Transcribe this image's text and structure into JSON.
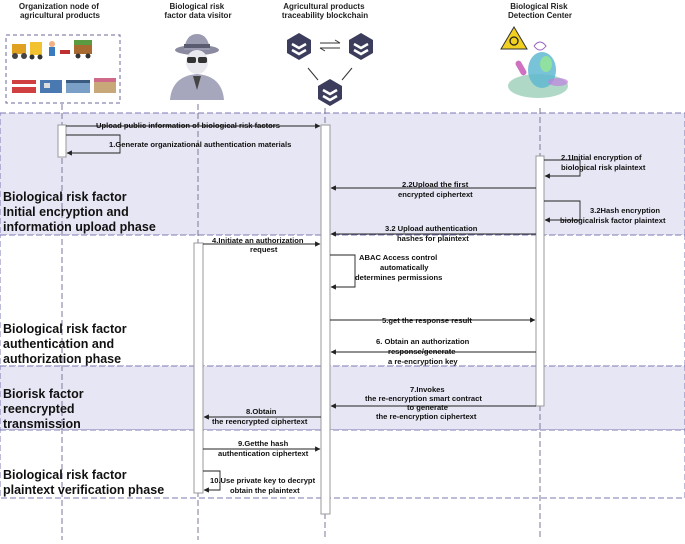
{
  "participants": [
    {
      "id": "org",
      "title_lines": [
        "Organization node of",
        "agricultural products"
      ]
    },
    {
      "id": "visitor",
      "title_lines": [
        "Biological risk",
        "factor data visitor"
      ]
    },
    {
      "id": "chain",
      "title_lines": [
        "Agricultural products",
        "traceability blockchain"
      ]
    },
    {
      "id": "center",
      "title_lines": [
        "Biological Risk",
        "Detection Center"
      ]
    }
  ],
  "phases": [
    {
      "lines": [
        "Biological risk factor",
        "Initial encryption and",
        "information upload phase"
      ]
    },
    {
      "lines": [
        "Biological risk factor",
        "authentication and",
        "authorization phase"
      ]
    },
    {
      "lines": [
        "Biorisk factor",
        "reencrypted",
        "transmission"
      ]
    },
    {
      "lines": [
        "Biological risk factor",
        "plaintext verification phase"
      ]
    }
  ],
  "messages": [
    {
      "lines": [
        "Upload public information of biological risk factors"
      ]
    },
    {
      "lines": [
        "1.Generate organizational authentication materials"
      ]
    },
    {
      "lines": [
        "2.1Initial encryption of",
        "biological risk plaintext"
      ]
    },
    {
      "lines": [
        "2.2Upload the first",
        "encrypted ciphertext"
      ]
    },
    {
      "lines": [
        "3.2Hash encryption",
        "biologicalrisk factor plaintext"
      ]
    },
    {
      "lines": [
        "3.2 Upload authentication",
        "hashes for plaintext"
      ]
    },
    {
      "lines": [
        "4.Initiate an authorization",
        "request"
      ]
    },
    {
      "lines": [
        "ABAC Access control",
        "automatically",
        "determines permissions"
      ]
    },
    {
      "lines": [
        "5.get the response result"
      ]
    },
    {
      "lines": [
        "6. Obtain an authorization",
        "response/generate",
        "a re-encryption key"
      ]
    },
    {
      "lines": [
        "7.Invokes",
        "the re-encryption smart contract",
        "to generate",
        "the re-encryption ciphertext"
      ]
    },
    {
      "lines": [
        "8.Obtain",
        "the reencrypted ciphertext"
      ]
    },
    {
      "lines": [
        "9.Getthe hash",
        "authentication ciphertext"
      ]
    },
    {
      "lines": [
        "10.Use private key to decrypt",
        "obtain the plaintext"
      ]
    }
  ],
  "icons": [
    "agricultural-organization-icon",
    "hacker-visitor-icon",
    "blockchain-nodes-icon",
    "biohazard-lab-icon"
  ],
  "colors": {
    "band": "#e7e6f4",
    "band_border": "#7b7bb5",
    "lifeline": "#7a7a9a",
    "arrow": "#222222"
  }
}
